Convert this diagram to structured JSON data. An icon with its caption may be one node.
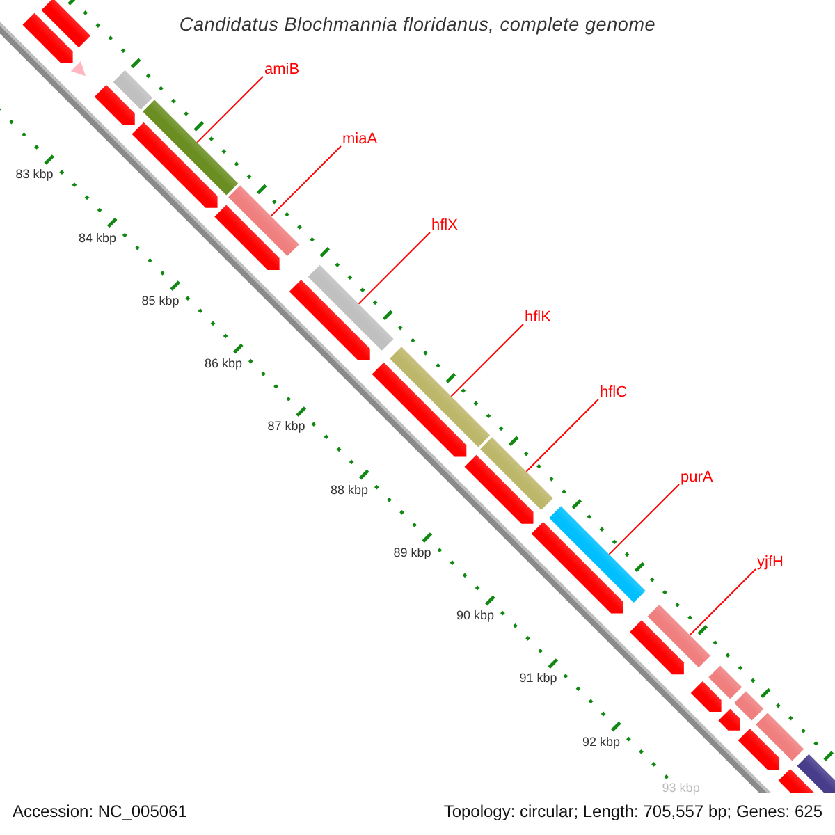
{
  "diagram": {
    "title": "Candidatus Blochmannia floridanus, complete genome",
    "nodes": [
      {
        "text": [
          "amiB"
        ]
      },
      {
        "text": [
          "miaA"
        ]
      },
      {
        "text": [
          "hflX"
        ]
      },
      {
        "text": [
          "hflK"
        ]
      },
      {
        "text": [
          "hflC"
        ]
      },
      {
        "text": [
          "purA"
        ]
      },
      {
        "text": [
          "yjfH"
        ]
      },
      {
        "text": [],
        "shape": "bar"
      },
      {
        "text": [],
        "shape": "bar"
      },
      {
        "text": [],
        "shape": "bar"
      },
      {
        "text": [],
        "shape": "bar"
      },
      {
        "text": [],
        "shape": "bar"
      },
      {
        "text": [],
        "shape": "bar"
      },
      {
        "text": [],
        "shape": "bar"
      }
    ],
    "edges": [
      {
        "from": 0,
        "to": 7,
        "arrow": "none"
      },
      {
        "from": 1,
        "to": 8,
        "arrow": "none"
      },
      {
        "from": 2,
        "to": 9,
        "arrow": "none"
      },
      {
        "from": 3,
        "to": 10,
        "arrow": "none"
      },
      {
        "from": 4,
        "to": 11,
        "arrow": "none"
      },
      {
        "from": 5,
        "to": 12,
        "arrow": "none"
      },
      {
        "from": 6,
        "to": 13,
        "arrow": "none"
      }
    ],
    "labels": [
      "83 kbp",
      "84 kbp",
      "85 kbp",
      "86 kbp",
      "87 kbp",
      "88 kbp",
      "89 kbp",
      "90 kbp",
      "91 kbp",
      "92 kbp",
      "93 kbp",
      "Accession: NC_005061",
      "Topology: circular; Length: 705,557 bp; Genes: 625"
    ]
  }
}
